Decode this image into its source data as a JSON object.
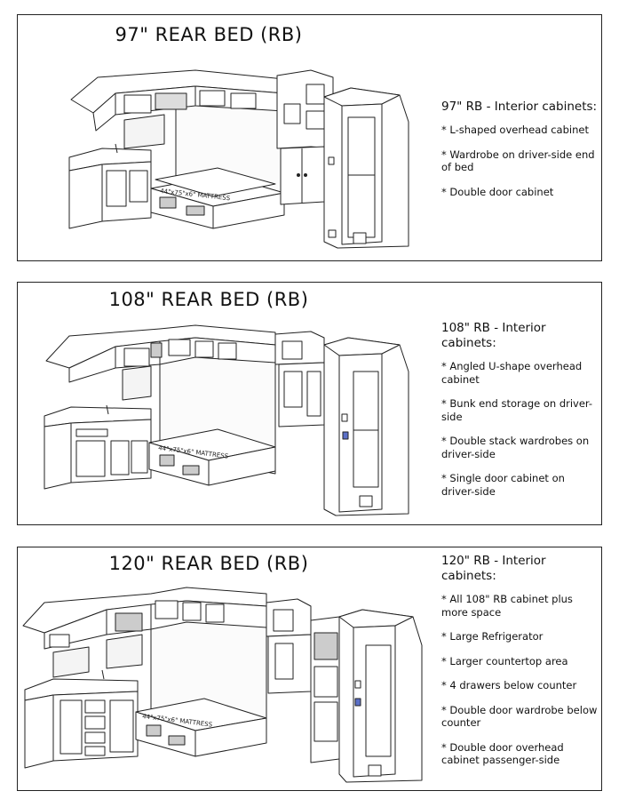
{
  "panels": [
    {
      "title": "97\" REAR BED (RB)",
      "heading": "97\" RB - Interior cabinets:",
      "features": [
        "* L-shaped overhead cabinet",
        "* Wardrobe on driver-side end of bed",
        "* Double door cabinet"
      ],
      "mattress": "44\"x75\"x6\" MATTRESS"
    },
    {
      "title": "108\" REAR BED (RB)",
      "heading": "108\" RB - Interior cabinets:",
      "features": [
        "* Angled U-shape overhead cabinet",
        "* Bunk end storage on driver-side",
        "* Double stack wardrobes on driver-side",
        "* Single door cabinet on driver-side"
      ],
      "mattress": "44\"x75\"x6\" MATTRESS"
    },
    {
      "title": "120\" REAR BED (RB)",
      "heading": "120\" RB - Interior cabinets:",
      "features": [
        "* All 108\" RB cabinet plus more space",
        "* Large Refrigerator",
        "* Larger countertop area",
        "* 4 drawers below counter",
        "* Double door wardrobe below counter",
        "* Double door overhead cabinet passenger-side"
      ],
      "mattress": "44\"x75\"x6\" MATTRESS"
    }
  ]
}
